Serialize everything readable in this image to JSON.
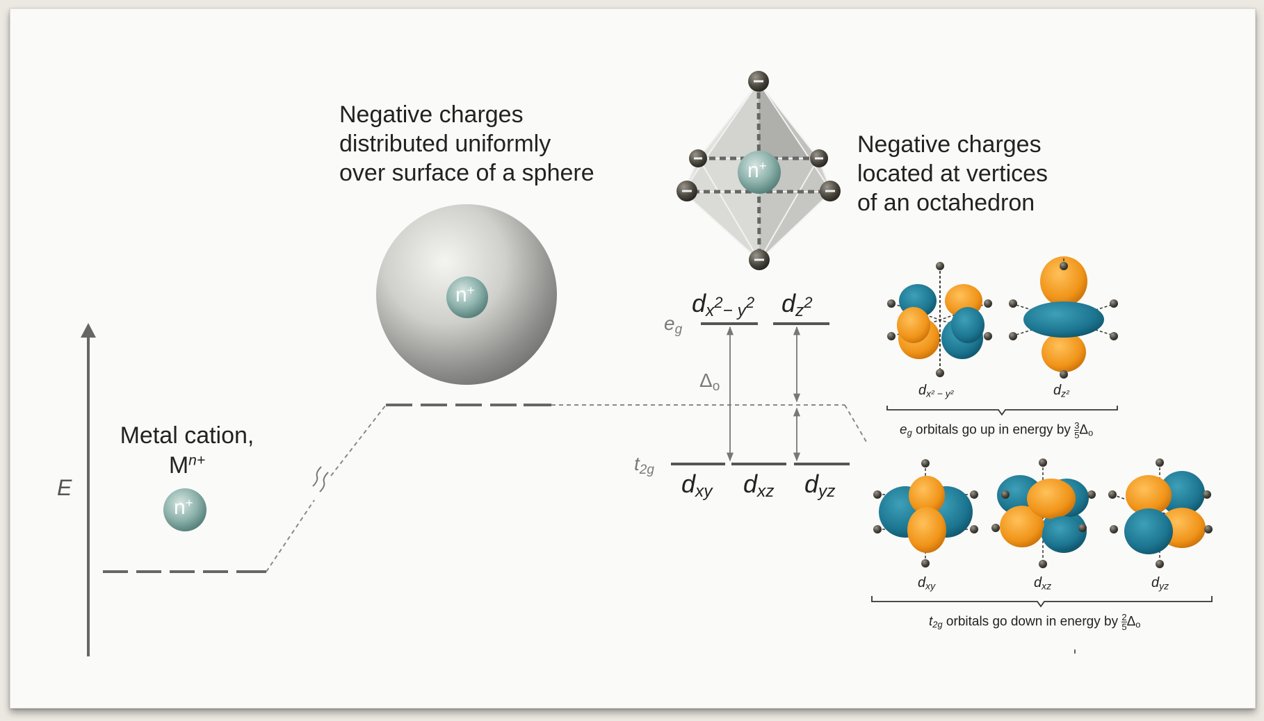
{
  "colors": {
    "accent_orange": "#f39a1e",
    "accent_teal": "#1f7d96",
    "axis": "#555555",
    "ion": "#8fb3ad"
  },
  "axis": {
    "label": "E"
  },
  "free_ion": {
    "title_line1": "Metal cation,",
    "title_base": "M",
    "title_sup": "n+",
    "ion_label": "n",
    "ion_sup": "+"
  },
  "sphere": {
    "caption_lines": [
      "Negative charges",
      "distributed uniformly",
      "over surface of a sphere"
    ],
    "ion_label": "n",
    "ion_sup": "+"
  },
  "octahedron": {
    "caption_lines": [
      "Negative charges",
      "located at vertices",
      "of an octahedron"
    ],
    "ion_label": "n",
    "ion_sup": "+",
    "ligand_sign": "−"
  },
  "levels": {
    "eg_label": "e",
    "eg_sub": "g",
    "t2g_label": "t",
    "t2g_sub": "2g",
    "delta": "Δ",
    "delta_sub": "o",
    "eg_orbitals": [
      {
        "base": "d",
        "sub": "x",
        "sup": "2",
        "sub2": "− y",
        "sup2": "2"
      },
      {
        "base": "d",
        "sub": "z",
        "sup": "2"
      }
    ],
    "t2g_orbitals": [
      {
        "base": "d",
        "sub": "xy"
      },
      {
        "base": "d",
        "sub": "xz"
      },
      {
        "base": "d",
        "sub": "yz"
      }
    ]
  },
  "orbital_panel": {
    "eg_labels": [
      "d",
      "d"
    ],
    "eg_label_subs": [
      "x² − y²",
      "z²"
    ],
    "t2g_labels": [
      "d",
      "d",
      "d"
    ],
    "t2g_label_subs": [
      "xy",
      "xz",
      "yz"
    ],
    "eg_caption": {
      "pre": "e",
      "pre_sub": "g",
      "text": " orbitals go up in energy by ",
      "num": "3",
      "den": "5",
      "delta": "Δ",
      "delta_sub": "o"
    },
    "t2g_caption": {
      "pre": "t",
      "pre_sub": "2g",
      "text": " orbitals go down in energy by ",
      "num": "2",
      "den": "5",
      "delta": "Δ",
      "delta_sub": "o"
    }
  }
}
